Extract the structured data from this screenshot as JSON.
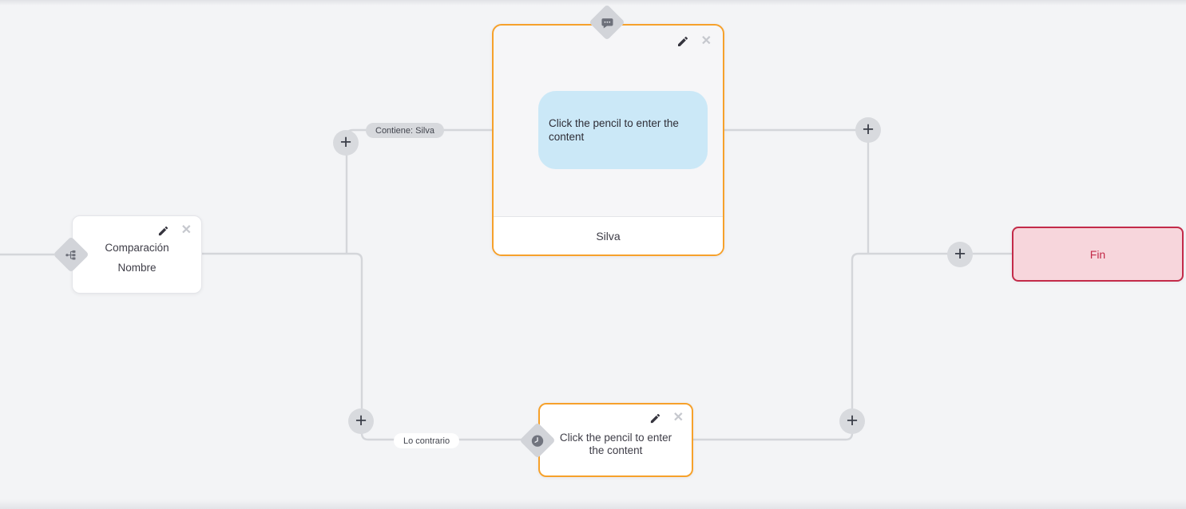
{
  "app": {
    "view": "chatbot-flow-canvas"
  },
  "palette": {
    "canvas_bg": "#f3f4f6",
    "wire": "#d4d6da",
    "accent_orange": "#f6a12b",
    "bubble_blue": "#cbe8f7",
    "end_bg": "#f7d6dc",
    "end_accent": "#c32b49",
    "pill_gray": "#d7d9dd",
    "handle_gray": "#d2d4d9"
  },
  "controls": {
    "add_label": "+",
    "close_glyph": "✕",
    "edit_icon": "pencil-icon",
    "delete_icon": "close-icon"
  },
  "edges": {
    "condition_true_label": "Contiene: Silva",
    "condition_false_label": "Lo contrario"
  },
  "nodes": {
    "condition": {
      "type_icon": "branch-icon",
      "title_line1": "Comparación",
      "title_line2": "Nombre"
    },
    "message": {
      "type_icon": "chat-bubble-icon",
      "placeholder": "Click the pencil to enter the content",
      "footer": "Silva"
    },
    "question": {
      "type_icon": "clock-icon",
      "placeholder": "Click the pencil to enter the content"
    },
    "end": {
      "label": "Fin"
    }
  }
}
